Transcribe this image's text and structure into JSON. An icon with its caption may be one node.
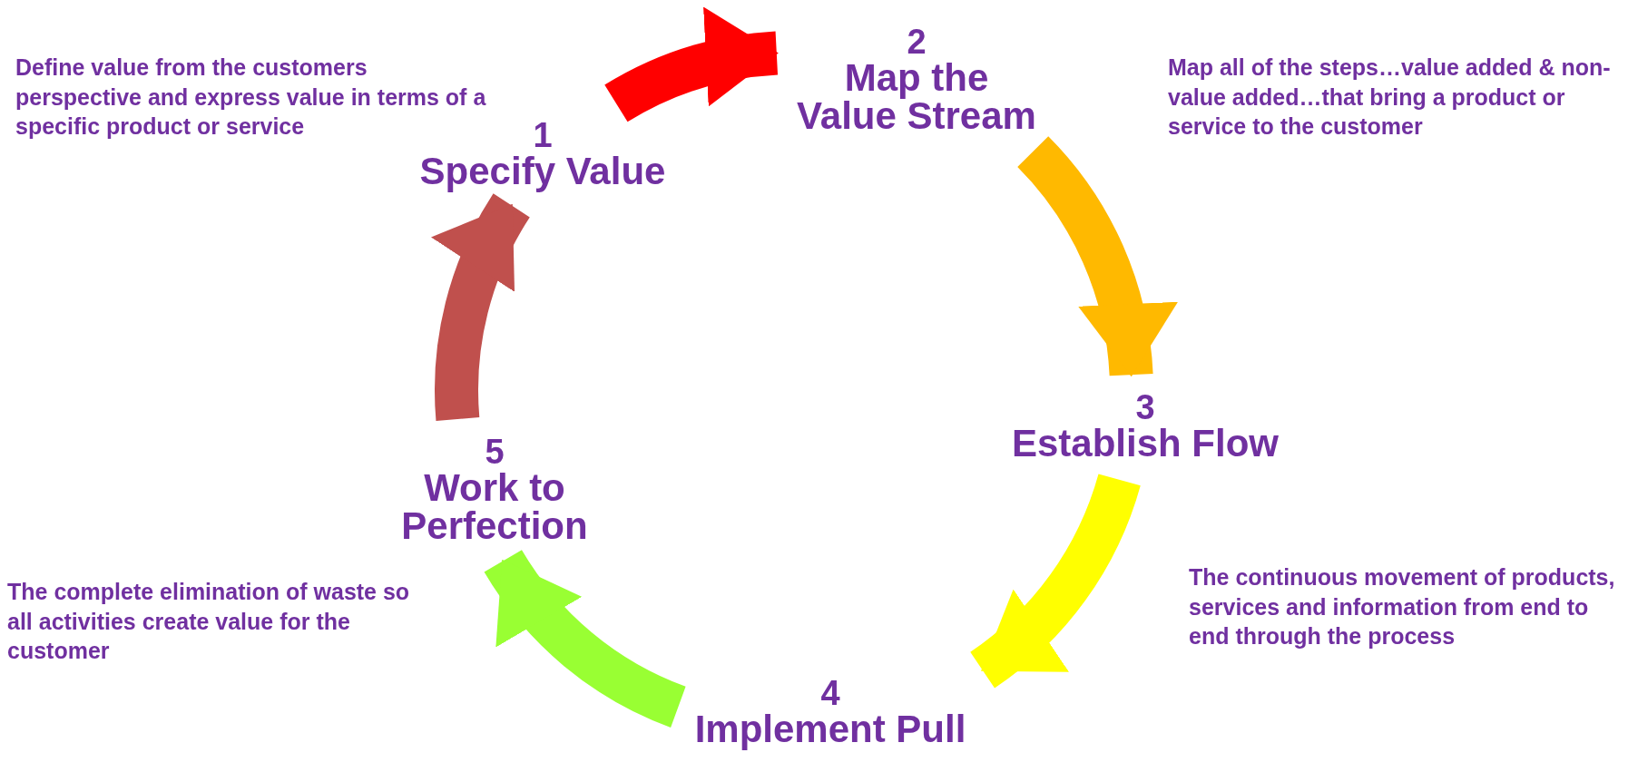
{
  "diagram": {
    "nodes": [
      {
        "text": [
          "1",
          "Specify Value"
        ]
      },
      {
        "text": [
          "2",
          "Map the Value Stream"
        ]
      },
      {
        "text": [
          "3",
          "Establish Flow"
        ]
      },
      {
        "text": [
          "4",
          "Implement Pull"
        ]
      },
      {
        "text": [
          "5",
          "Work to Perfection"
        ]
      }
    ],
    "edges": [
      {
        "from": 0,
        "to": 1,
        "arrow": "to",
        "color": "#ff0000"
      },
      {
        "from": 1,
        "to": 2,
        "arrow": "to",
        "color": "#ffb900"
      },
      {
        "from": 2,
        "to": 3,
        "arrow": "to",
        "color": "#ffff00"
      },
      {
        "from": 3,
        "to": 4,
        "arrow": "to",
        "color": "#99ff33"
      },
      {
        "from": 4,
        "to": 0,
        "arrow": "to",
        "color": "#c0504d"
      }
    ],
    "labels": [
      "Define value from the customers perspective and express value in terms of a specific product or service",
      "Map all of the steps…value added & non-value added…that bring a product or service to the customer",
      "The continuous movement of products, services and information from end to end through  the process",
      "The complete elimination of waste so all activities create value for the customer"
    ]
  }
}
